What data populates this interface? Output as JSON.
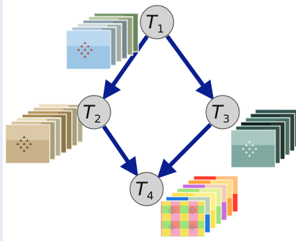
{
  "nodes": [
    {
      "id": "T1",
      "letter": "T",
      "sub": "1"
    },
    {
      "id": "T2",
      "letter": "T",
      "sub": "2"
    },
    {
      "id": "T3",
      "letter": "T",
      "sub": "3"
    },
    {
      "id": "T4",
      "letter": "T",
      "sub": "4"
    }
  ],
  "edges": [
    [
      "T1",
      "T2"
    ],
    [
      "T1",
      "T3"
    ],
    [
      "T2",
      "T4"
    ],
    [
      "T3",
      "T4"
    ]
  ],
  "colors": {
    "node_fill": "#d3d3d3",
    "node_stroke": "#555555",
    "arrow": "#0a1f8f",
    "sky_blue": "#9cc6e6",
    "sepia": "#c9b189",
    "teal": "#7fa8a0",
    "jet_red": "#c0392b"
  },
  "image_stacks": [
    {
      "node": "T1",
      "style": "original"
    },
    {
      "node": "T2",
      "style": "sepia"
    },
    {
      "node": "T3",
      "style": "teal"
    },
    {
      "node": "T4",
      "style": "colorful-mosaic"
    }
  ]
}
